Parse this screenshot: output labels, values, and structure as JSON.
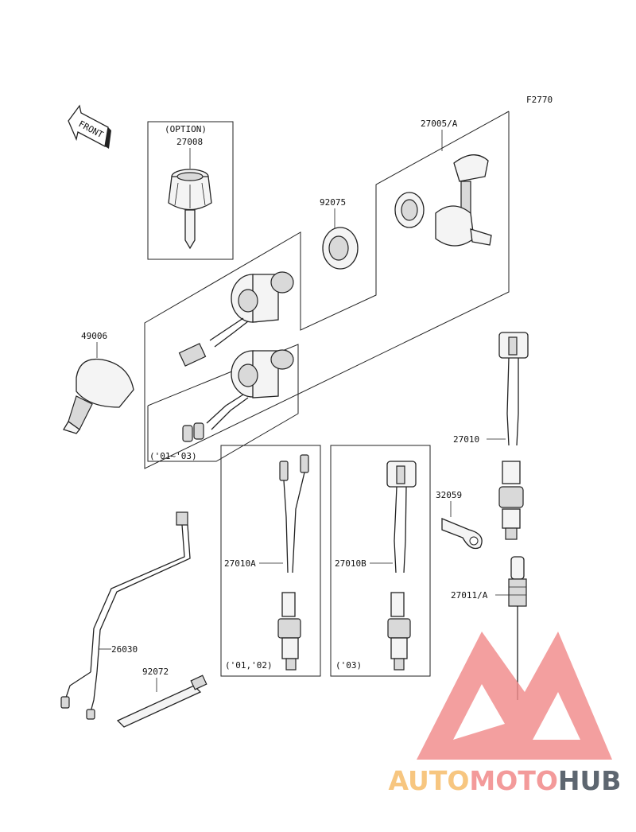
{
  "figure_code": "F2770",
  "front_label": "FRONT",
  "parts": [
    {
      "id": "option_note",
      "text": "(OPTION)"
    },
    {
      "id": "p27008",
      "text": "27008"
    },
    {
      "id": "p27005",
      "text": "27005/A"
    },
    {
      "id": "p92075",
      "text": "92075"
    },
    {
      "id": "p49006",
      "text": "49006"
    },
    {
      "id": "p27010",
      "text": "27010"
    },
    {
      "id": "p32059",
      "text": "32059"
    },
    {
      "id": "p27010A",
      "text": "27010A"
    },
    {
      "id": "p27010B",
      "text": "27010B"
    },
    {
      "id": "p27011",
      "text": "27011/A"
    },
    {
      "id": "p26030",
      "text": "26030"
    },
    {
      "id": "p92072",
      "text": "92072"
    }
  ],
  "notes": {
    "years_01_03": "('01~'03)",
    "years_01_02": "('01,'02)",
    "years_03": "('03)"
  },
  "watermark": {
    "part1": "AUTO",
    "part2": "MOTO",
    "part3": "HUB",
    "colors": {
      "triangle": "#f18a8a",
      "auto": "#f7c680",
      "moto": "#f39a9a",
      "hub": "#5d6670"
    }
  }
}
